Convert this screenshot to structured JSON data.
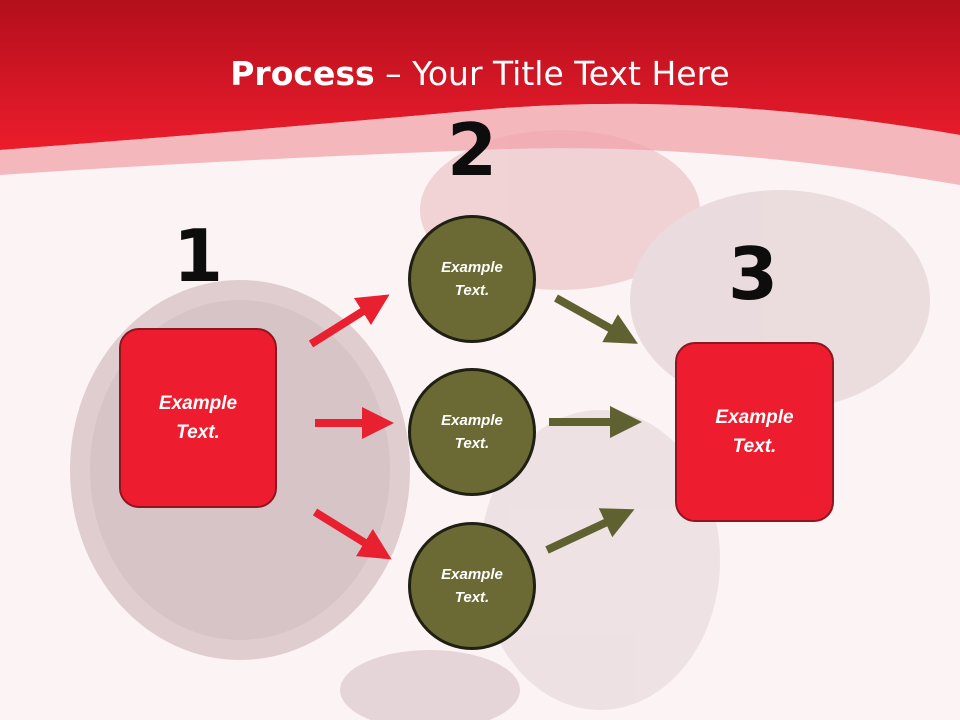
{
  "title": {
    "bold": "Process",
    "rest": " – Your Title Text Here"
  },
  "steps": [
    {
      "number": "1",
      "text": "Example\nText."
    },
    {
      "number": "2",
      "circles": [
        "Example\nText.",
        "Example\nText.",
        "Example\nText."
      ]
    },
    {
      "number": "3",
      "text": "Example\nText."
    }
  ],
  "colors": {
    "header_red": "#e31b2b",
    "box_red": "#ed1c2e",
    "circle_olive": "#6b6a35",
    "arrow_red": "#e8202f",
    "arrow_olive": "#5f6230"
  }
}
